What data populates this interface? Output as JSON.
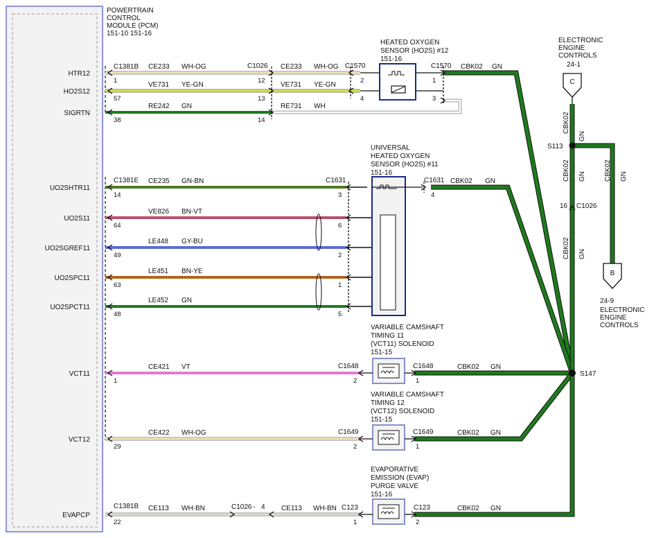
{
  "pcm": {
    "title_lines": [
      "POWERTRAIN",
      "CONTROL",
      "MODULE (PCM)",
      "151-10  151-16"
    ]
  },
  "pins": {
    "htr12": "HTR12",
    "ho2s12": "HO2S12",
    "sigrtn": "SIGRTN",
    "uo2shtr11": "UO2SHTR11",
    "uo2s11": "UO2S11",
    "uo2sgref11": "UO2SGREF11",
    "uo2spc11": "UO2SPC11",
    "uo2spct11": "UO2SPCT11",
    "vct11": "VCT11",
    "vct12": "VCT12",
    "evapcp": "EVAPCP"
  },
  "colors": {
    "wh_og": "#ece2b8",
    "ye_gn": "#d6e04a",
    "gn": "#1e7a1e",
    "gn_bn": "#4e7a22",
    "bn_vt": "#b8506a",
    "gy_bu": "#5a6bd8",
    "bn_ye": "#b3641a",
    "vt": "#e07ad6",
    "wh_bn": "#e0dad0",
    "wh": "#ffffff",
    "pcm_border": "#6a72d8",
    "pcm_fill": "#f3f3f3",
    "sensor_border": "#1a2a8a"
  },
  "connectors": {
    "c1381b": "C1381B",
    "c1381e": "C1381E",
    "c1381b_evap": "C1381B",
    "c1026_a": "C1026",
    "c1570_a": "C1570",
    "c1570_b": "C1570",
    "c1631_a": "C1631",
    "c1631_b": "C1631",
    "c1648_a": "C1648",
    "c1648_b": "C1648",
    "c1649_a": "C1649",
    "c1649_b": "C1649",
    "c1026_evap": "C1026",
    "c1026_evap_pin": "4",
    "c123_a": "C123",
    "c123_b": "C123",
    "c1026_vert": "C1026",
    "c1026_vert_pin": "16"
  },
  "circuits": {
    "ce233": "CE233",
    "wh_og": "WH-OG",
    "ce233_b": "CE233",
    "wh_og_b": "WH-OG",
    "ve731": "VE731",
    "ye_gn": "YE-GN",
    "ve731_b": "VE731",
    "ye_gn_b": "YE-GN",
    "re242": "RE242",
    "gn1": "GN",
    "re731": "RE731",
    "wh": "WH",
    "cbk02_a": "CBK02",
    "gn_a": "GN",
    "ce235": "CE235",
    "gn_bn": "GN-BN",
    "cbk02_b": "CBK02",
    "gn_b": "GN",
    "ve826": "VE826",
    "bn_vt": "BN-VT",
    "le448": "LE448",
    "gy_bu": "GY-BU",
    "le451": "LE451",
    "bn_ye": "BN-YE",
    "le452": "LE452",
    "gn2": "GN",
    "ce421": "CE421",
    "vt": "VT",
    "cbk02_c": "CBK02",
    "gn_c": "GN",
    "ce422": "CE422",
    "wh_og_c": "WH-OG",
    "cbk02_d": "CBK02",
    "gn_d": "GN",
    "ce113": "CE113",
    "wh_bn": "WH-BN",
    "ce113_b": "CE113",
    "wh_bn_b": "WH-BN",
    "cbk02_e": "CBK02",
    "gn_e": "GN",
    "cbk02_v1": "CBK02",
    "gn_v1": "GN",
    "cbk02_v2": "CBK02",
    "gn_v2": "GN",
    "cbk02_v3": "CBK02",
    "gn_v3": "GN",
    "cbk02_v4": "CBK02",
    "gn_v4": "GN"
  },
  "pin_numbers": {
    "p1": "1",
    "p12": "12",
    "p2": "2",
    "p1b": "1",
    "p57": "57",
    "p13": "13",
    "p4": "4",
    "p3": "3",
    "p38": "38",
    "p14": "14",
    "p14b": "14",
    "p3b": "3",
    "p4b": "4",
    "p64": "64",
    "p6": "6",
    "p49": "49",
    "p2b": "2",
    "p63": "63",
    "p1c": "1",
    "p48": "48",
    "p5": "5",
    "p1d": "1",
    "p2c": "2",
    "p1e": "1",
    "p29": "29",
    "p2d": "2",
    "p1f": "1",
    "p22": "22",
    "p1g": "1",
    "p2e": "2"
  },
  "splices": {
    "s113": "S113",
    "s147": "S147"
  },
  "components": {
    "ho2s12": [
      "HEATED OXYGEN",
      "SENSOR (HO2S) #12",
      "151-16"
    ],
    "uho2s11": [
      "UNIVERSAL",
      "HEATED OXYGEN",
      "SENSOR (HO2S) #11",
      "151-16"
    ],
    "vct11": [
      "VARIABLE CAMSHAFT",
      "TIMING 11",
      "(VCT11) SOLENOID",
      "151-15"
    ],
    "vct12": [
      "VARIABLE CAMSHAFT",
      "TIMING 12",
      "(VCT12) SOLENOID",
      "151-15"
    ],
    "evap": [
      "EVAPORATIVE",
      "EMISSION (EVAP)",
      "PURGE VALVE",
      "151-16"
    ]
  },
  "offpage": {
    "c_letter": "C",
    "b_letter": "B",
    "top_lines": [
      "ELECTRONIC",
      "ENGINE",
      "CONTROLS",
      "24-1"
    ],
    "bottom_lines": [
      "24-9",
      "ELECTRONIC",
      "ENGINE",
      "CONTROLS"
    ]
  }
}
